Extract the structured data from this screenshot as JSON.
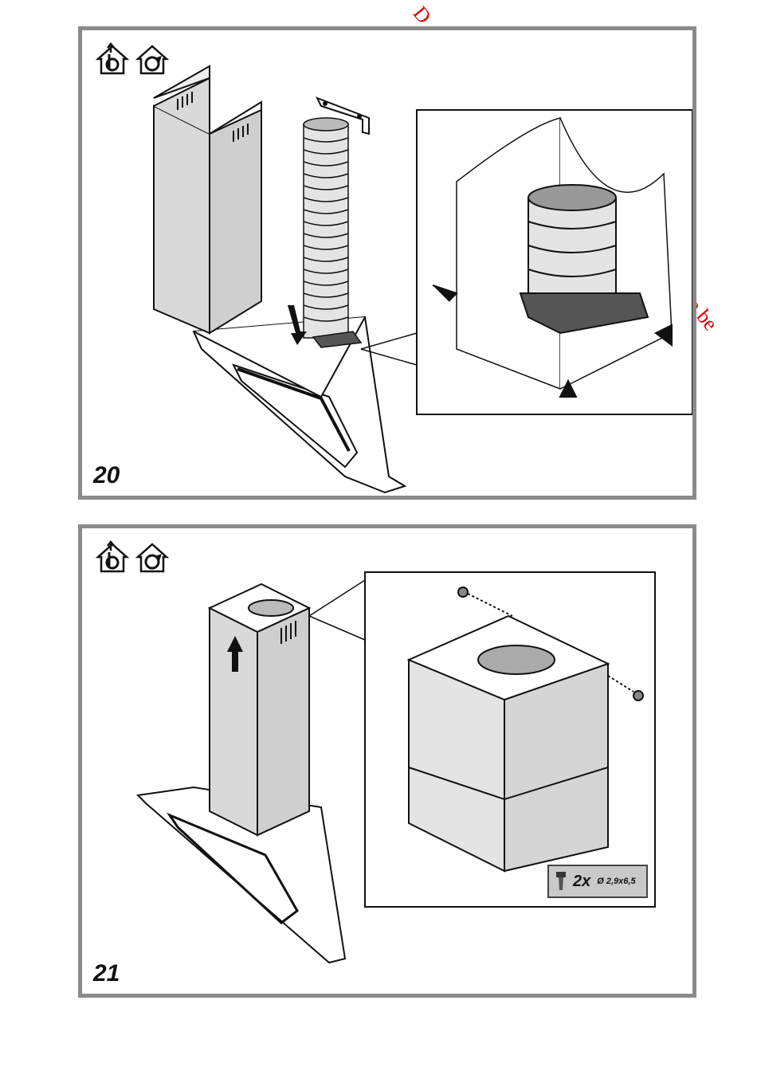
{
  "watermark": {
    "top_fragment": "D",
    "side_fragment": "e.be",
    "color": "#e00000"
  },
  "panels": [
    {
      "step": "20",
      "icons": [
        "ducted-mode-icon",
        "recirculation-mode-icon"
      ]
    },
    {
      "step": "21",
      "icons": [
        "ducted-mode-icon",
        "recirculation-mode-icon"
      ],
      "hardware": {
        "count": "2x",
        "spec": "Ø 2,9x6,5",
        "icon": "screw-icon"
      }
    }
  ],
  "colors": {
    "frame": "#8a8a8a",
    "part_fill": "#d9d9d9",
    "dark_part": "#555555"
  }
}
